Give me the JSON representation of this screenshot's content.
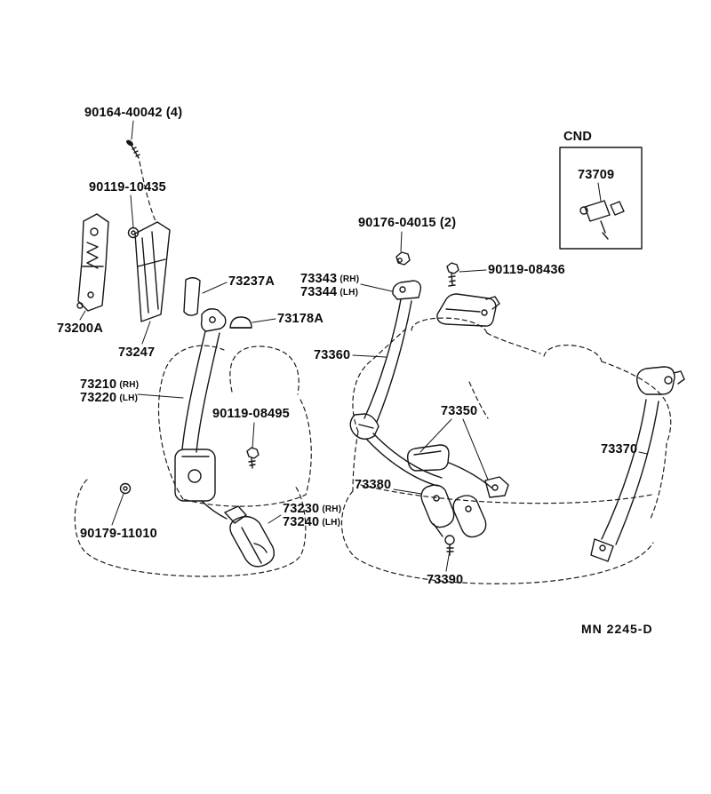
{
  "diagram": {
    "name": "rear-seat-belt-parts-diagram",
    "ink_color": "#161616",
    "background_color": "#ffffff",
    "footer_code": "MN 2245-D",
    "cnd": {
      "title": "CND",
      "part_number": "73709"
    },
    "labels": {
      "screw_top": {
        "text": "90164-40042 (4)"
      },
      "nut_10435": {
        "text": "90119-10435"
      },
      "p73200A": {
        "text": "73200A"
      },
      "p73247": {
        "text": "73247"
      },
      "p73237A": {
        "text": "73237A"
      },
      "p73343": {
        "text": "73343",
        "suffix": "(RH)"
      },
      "p73344": {
        "text": "73344",
        "suffix": "(LH)"
      },
      "p73178A": {
        "text": "73178A"
      },
      "nut_04015": {
        "text": "90176-04015 (2)"
      },
      "bolt_08436": {
        "text": "90119-08436"
      },
      "p73360": {
        "text": "73360"
      },
      "p73210": {
        "text": "73210",
        "suffix": "(RH)"
      },
      "p73220": {
        "text": "73220",
        "suffix": "(LH)"
      },
      "bolt_08495": {
        "text": "90119-08495"
      },
      "p73350": {
        "text": "73350"
      },
      "p73370": {
        "text": "73370"
      },
      "p73380": {
        "text": "73380"
      },
      "p73230": {
        "text": "73230",
        "suffix": "(RH)"
      },
      "p73240": {
        "text": "73240",
        "suffix": "(LH)"
      },
      "bolt_11010": {
        "text": "90179-11010"
      },
      "p73390": {
        "text": "73390"
      }
    }
  }
}
